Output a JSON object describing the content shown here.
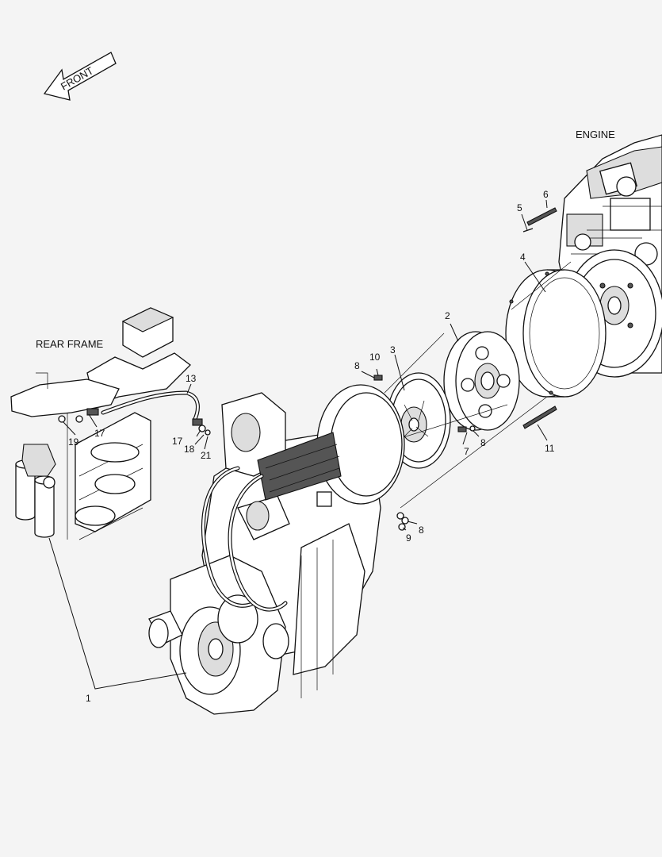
{
  "front_arrow": {
    "text": "FRONT"
  },
  "titles": {
    "engine": "ENGINE",
    "rear_frame": "REAR FRAME"
  },
  "callouts": [
    {
      "id": "c1",
      "text": "1"
    },
    {
      "id": "c2",
      "text": "2"
    },
    {
      "id": "c3",
      "text": "3"
    },
    {
      "id": "c4",
      "text": "4"
    },
    {
      "id": "c5",
      "text": "5"
    },
    {
      "id": "c6",
      "text": "6"
    },
    {
      "id": "c7",
      "text": "7"
    },
    {
      "id": "c8a",
      "text": "8"
    },
    {
      "id": "c8b",
      "text": "8"
    },
    {
      "id": "c8c",
      "text": "8"
    },
    {
      "id": "c9",
      "text": "9"
    },
    {
      "id": "c10",
      "text": "10"
    },
    {
      "id": "c11",
      "text": "11"
    },
    {
      "id": "c13",
      "text": "13"
    },
    {
      "id": "c17a",
      "text": "17"
    },
    {
      "id": "c17b",
      "text": "17"
    },
    {
      "id": "c18",
      "text": "18"
    },
    {
      "id": "c19",
      "text": "19"
    },
    {
      "id": "c21",
      "text": "21"
    }
  ]
}
